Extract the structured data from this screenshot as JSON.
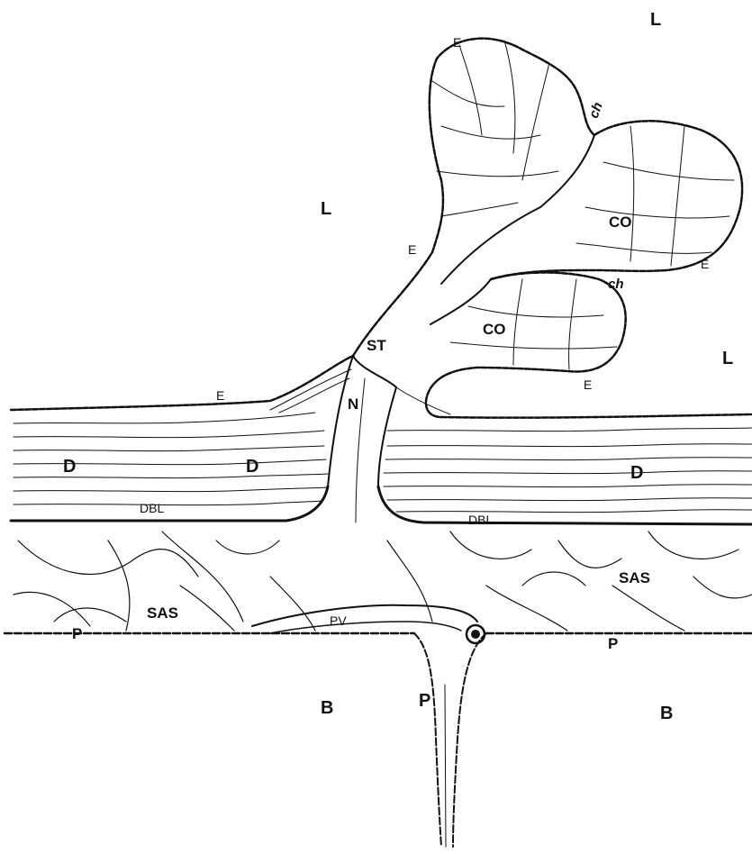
{
  "labels": {
    "L": "L",
    "E": "E",
    "ch": "ch",
    "CO": "CO",
    "ST": "ST",
    "N": "N",
    "D": "D",
    "DBL": "DBL",
    "SAS": "SAS",
    "P": "P",
    "PV": "PV",
    "B": "B"
  }
}
